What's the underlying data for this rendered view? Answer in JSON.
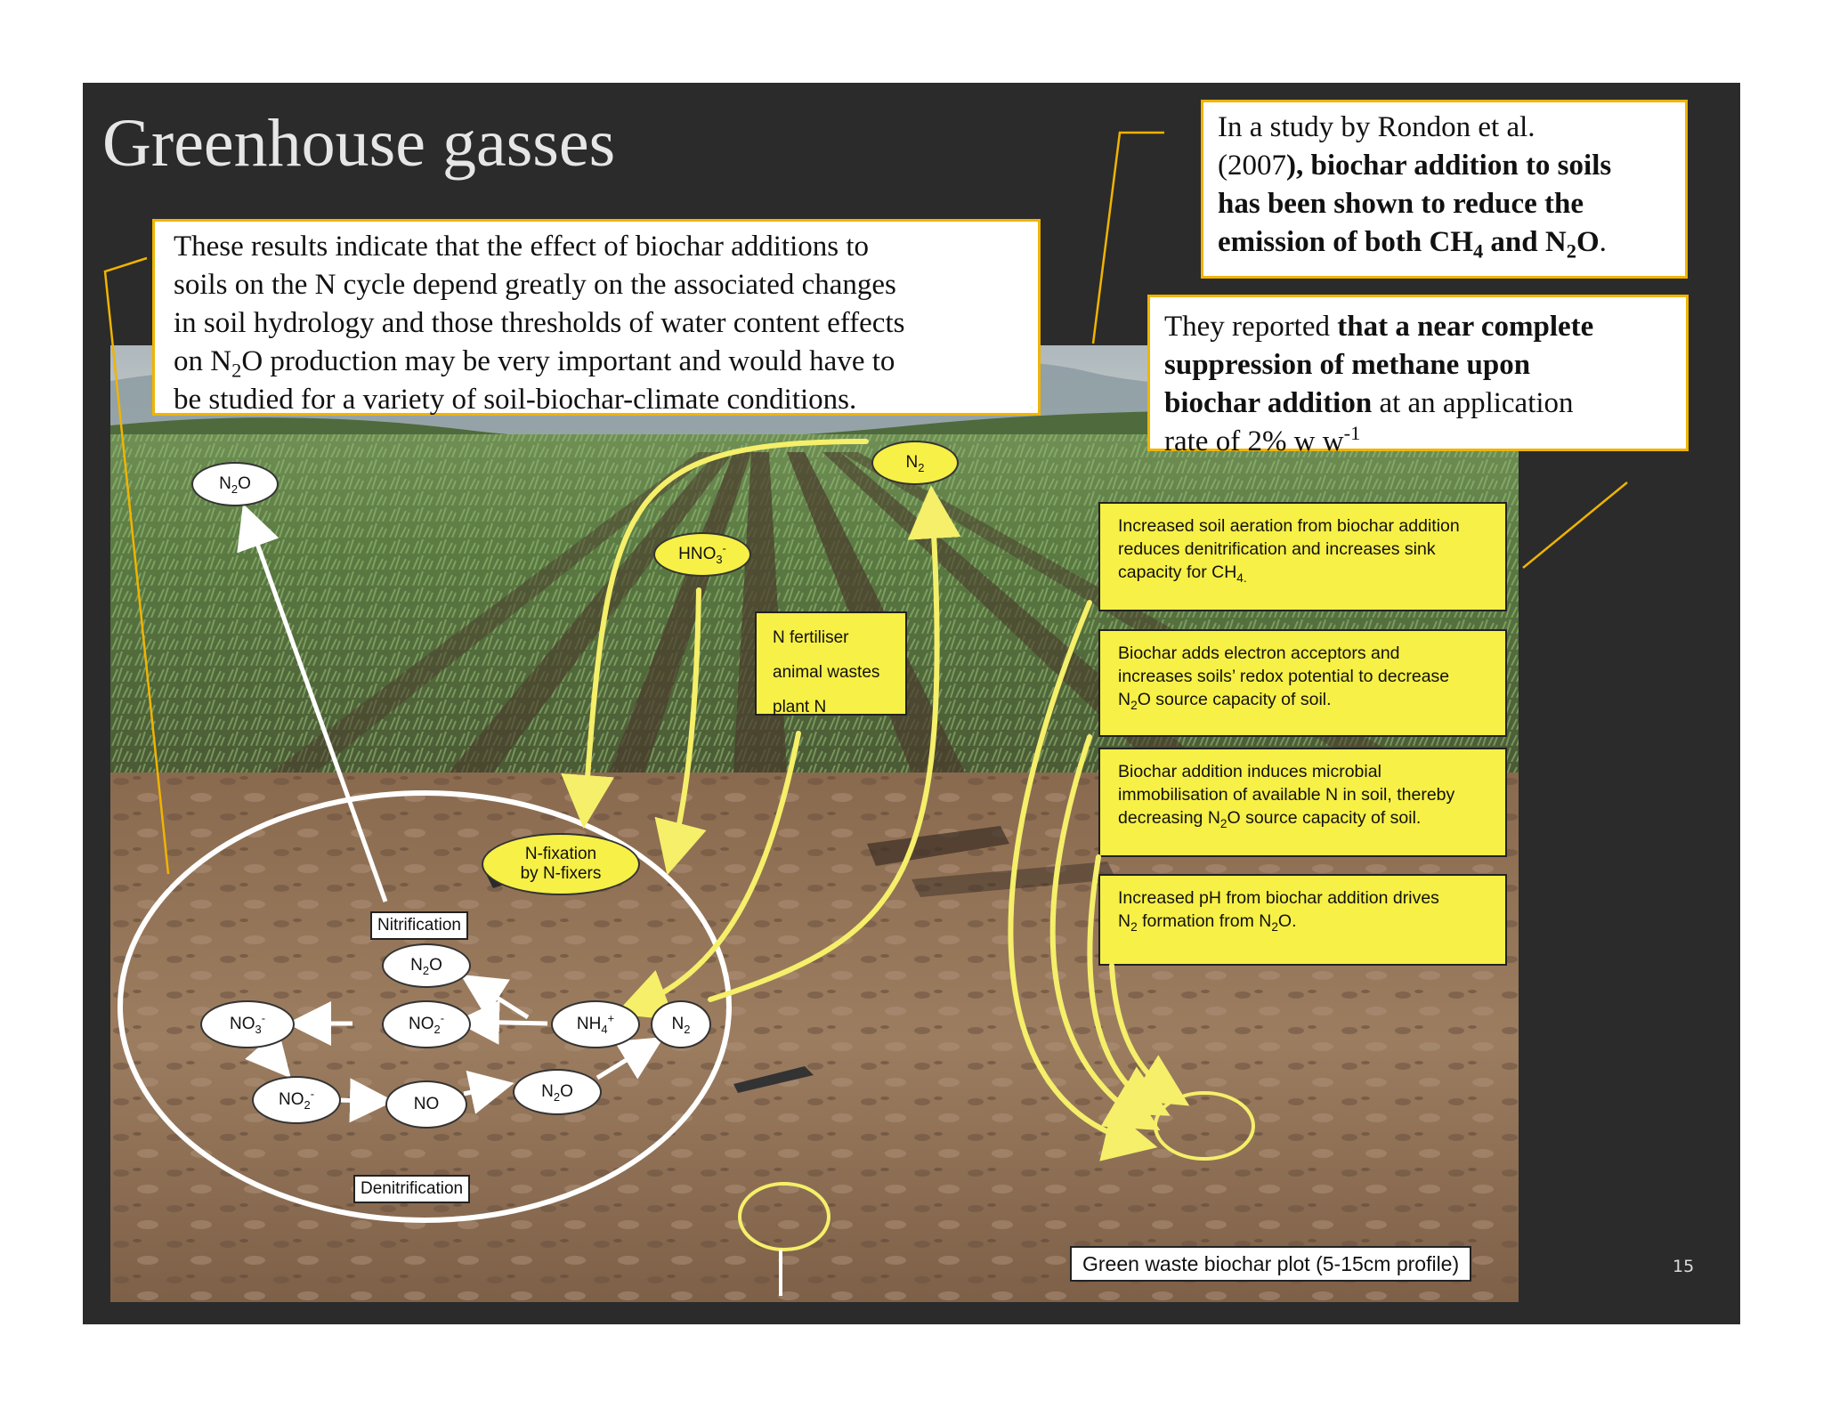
{
  "slide": {
    "title": "Greenhouse gasses",
    "page_number": "15"
  },
  "callouts": {
    "summary": {
      "lines": [
        "These results indicate that the effect of biochar additions to",
        "soils on the N cycle depend greatly on the associated changes",
        "in soil hydrology and those thresholds of water content effects",
        "production may be very important and would have to",
        "be studied for a variety of soil-biochar-climate conditions."
      ],
      "line4_prefix": "on N",
      "line4_sub": "2",
      "line4_mid": "O"
    },
    "rondon": {
      "line1": "In a study by Rondon et al.",
      "line2_plain": "(2007",
      "line2_bold": "), biochar addition to soils",
      "line3": "has been shown to reduce the",
      "line4_a": "emission of both CH",
      "line4_sub1": "4",
      "line4_b": " and N",
      "line4_sub2": "2",
      "line4_c": "O",
      "line4_end": "."
    },
    "reported": {
      "plain1": "They reported ",
      "bold1": "that a near complete",
      "bold2": "suppression of methane upon",
      "bold3": "biochar addition",
      "plain2": " at an application",
      "plain3": "rate of 2% w w",
      "sup": "-1"
    }
  },
  "mechanisms": [
    {
      "a": "Increased soil aeration from biochar addition",
      "b": "reduces denitrification and increases sink",
      "c_pre": "capacity for CH",
      "c_sub": "4.",
      "c_post": ""
    },
    {
      "a": "Biochar adds electron acceptors and",
      "b": "increases soils’ redox potential to decrease",
      "c_pre": "N",
      "c_sub": "2",
      "c_post": "O source capacity of soil."
    },
    {
      "a": "Biochar addition induces microbial",
      "b": "immobilisation of available N in soil, thereby",
      "c_pre": "decreasing N",
      "c_sub": "2",
      "c_post": "O source capacity of soil."
    },
    {
      "a": "Increased pH from biochar addition drives",
      "b_pre": "N",
      "b_sub1": "2",
      "b_mid": " formation from N",
      "b_sub2": "2",
      "b_post": "O."
    }
  ],
  "diagram": {
    "n2o_top": {
      "base": "N",
      "sub": "2",
      "tail": "O"
    },
    "n2_top": {
      "base": "N",
      "sub": "2"
    },
    "hno3": {
      "base": "HNO",
      "sub": "3",
      "sup": "-"
    },
    "fertiliser": [
      "N fertiliser",
      "animal wastes",
      "plant N"
    ],
    "nfix": [
      "N-fixation",
      "by N-fixers"
    ],
    "nitrification_label": "Nitrification",
    "denitrification_label": "Denitrification",
    "cycle": {
      "n2o_inner": {
        "base": "N",
        "sub": "2",
        "tail": "O"
      },
      "no3": {
        "base": "NO",
        "sub": "3",
        "sup": "-"
      },
      "no2_top": {
        "base": "NO",
        "sub": "2",
        "sup": "-"
      },
      "nh4": {
        "base": "NH",
        "sub": "4",
        "sup": "+"
      },
      "n2_inner": {
        "base": "N",
        "sub": "2"
      },
      "no2_bottom": {
        "base": "NO",
        "sub": "2",
        "sup": "-"
      },
      "no": "NO",
      "n2o_bottom": {
        "base": "N",
        "sub": "2",
        "tail": "O"
      }
    },
    "caption": "Green waste biochar plot (5-15cm profile)"
  },
  "colors": {
    "slide_bg": "#2b2b2b",
    "callout_border": "#f0b400",
    "mechanism_fill": "#f7f046",
    "arrow_yellow": "#f5ef6a",
    "arrow_white": "#ffffff"
  }
}
